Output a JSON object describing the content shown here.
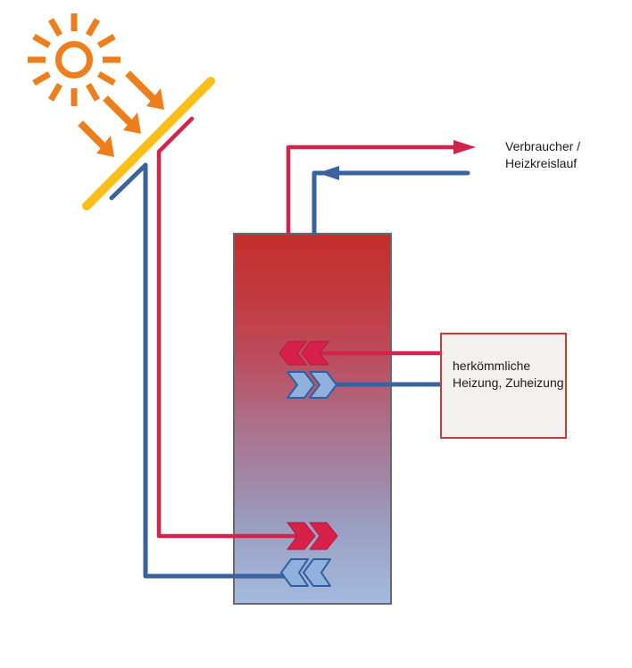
{
  "labels": {
    "consumer_line1": "Verbraucher /",
    "consumer_line2": "Heizkreislauf",
    "aux_line1": "herkömmliche",
    "aux_line2": "Heizung, Zuheizung"
  },
  "colors": {
    "text": "#1a1a1a",
    "hot": "#d2234a",
    "cold": "#38639f",
    "sun_orange": "#ee7e1b",
    "collector_yellow": "#fcbe18",
    "tank_top": "#c42e2c",
    "tank_mid": "#ad6d86",
    "tank_bottom": "#a4bade",
    "tank_border": "#646a73",
    "box_bg": "#f2f1ef",
    "box_border": "#cc3b35",
    "chevron_red_fill": "#d8204a",
    "chevron_red_stroke": "#b01a3e",
    "chevron_blue_fill": "#8fb1dc",
    "chevron_blue_stroke": "#2e5fa3"
  }
}
